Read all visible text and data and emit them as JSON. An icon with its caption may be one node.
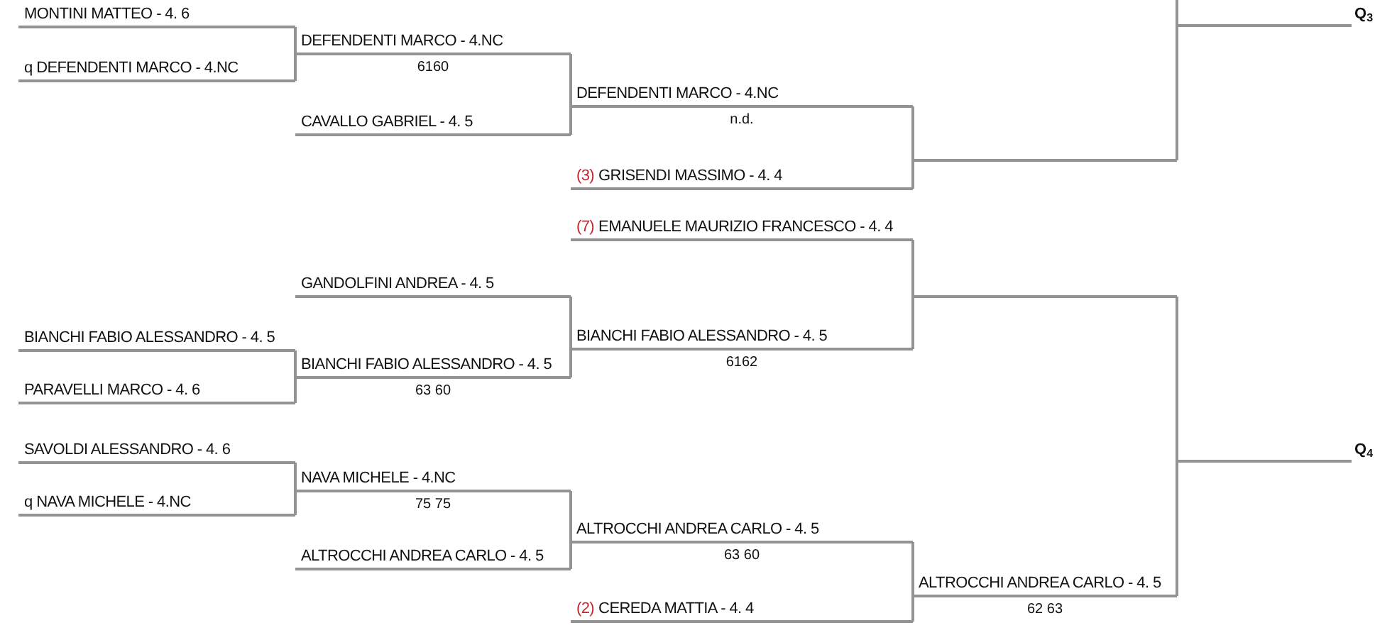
{
  "diagram": {
    "nodes": [
      {
        "text": [
          "MONTINI MATTEO - 4. 6"
        ]
      },
      {
        "text": [
          "Q$_{3}$"
        ]
      },
      {
        "text": [
          "DEFENDENTI MARCO - 4.NC"
        ],
        "beside": [
          "6160"
        ]
      },
      {
        "text": [
          "q DEFENDENTI MARCO - 4.NC"
        ]
      },
      {
        "text": [
          "DEFENDENTI MARCO - 4.NC"
        ],
        "beside": [
          "n.d."
        ]
      },
      {
        "text": [
          "CAVALLO GABRIEL - 4. 5"
        ]
      },
      {
        "text": [],
        "shape": "line"
      },
      {
        "text": [
          "(3)",
          "GRISENDI MASSIMO - 4. 4"
        ]
      },
      {
        "text": [
          "(7)",
          "EMANUELE MAURIZIO FRANCESCO - 4. 4"
        ]
      },
      {
        "text": [
          "GANDOLFINI ANDREA - 4. 5"
        ]
      },
      {
        "text": [],
        "shape": "line"
      },
      {
        "text": [
          "BIANCHI FABIO ALESSANDRO - 4. 5"
        ]
      },
      {
        "text": [
          "BIANCHI FABIO ALESSANDRO - 4. 5"
        ],
        "beside": [
          "6162"
        ]
      },
      {
        "text": [
          "BIANCHI FABIO ALESSANDRO - 4. 5"
        ],
        "beside": [
          "63 60"
        ]
      },
      {
        "text": [
          "PARAVELLI MARCO - 4. 6"
        ]
      },
      {
        "text": [
          "SAVOLDI ALESSANDRO - 4. 6"
        ]
      },
      {
        "text": [
          "Q$_{4}$"
        ]
      },
      {
        "text": [
          "NAVA MICHELE - 4.NC"
        ],
        "beside": [
          "75 75"
        ]
      },
      {
        "text": [
          "q NAVA MICHELE - 4.NC"
        ]
      },
      {
        "text": [
          "ALTROCCHI ANDREA CARLO - 4. 5"
        ],
        "beside": [
          "63 60"
        ]
      },
      {
        "text": [
          "ALTROCCHI ANDREA CARLO - 4. 5"
        ]
      },
      {
        "text": [
          "ALTROCCHI ANDREA CARLO - 4. 5"
        ],
        "beside": [
          "62 63"
        ]
      },
      {
        "text": [
          "(2)",
          "CEREDA MATTIA - 4. 4"
        ]
      }
    ],
    "edges": [
      {
        "from": 0,
        "to": 2,
        "arrow": "none"
      },
      {
        "from": 3,
        "to": 2,
        "arrow": "none"
      },
      {
        "from": 2,
        "to": 4,
        "arrow": "none"
      },
      {
        "from": 5,
        "to": 4,
        "arrow": "none"
      },
      {
        "from": 4,
        "to": 6,
        "arrow": "none"
      },
      {
        "from": 7,
        "to": 6,
        "arrow": "none"
      },
      {
        "from": 6,
        "to": 1,
        "arrow": "none"
      },
      {
        "from": null,
        "to": 1,
        "arrow": "none"
      },
      {
        "from": 8,
        "to": 10,
        "arrow": "none"
      },
      {
        "from": 12,
        "to": 10,
        "arrow": "none"
      },
      {
        "from": 9,
        "to": 12,
        "arrow": "none"
      },
      {
        "from": 13,
        "to": 12,
        "arrow": "none"
      },
      {
        "from": 11,
        "to": 13,
        "arrow": "none"
      },
      {
        "from": 14,
        "to": 13,
        "arrow": "none"
      },
      {
        "from": 10,
        "to": 16,
        "arrow": "none"
      },
      {
        "from": 21,
        "to": 16,
        "arrow": "none"
      },
      {
        "from": 15,
        "to": 17,
        "arrow": "none"
      },
      {
        "from": 18,
        "to": 17,
        "arrow": "none"
      },
      {
        "from": 17,
        "to": 19,
        "arrow": "none"
      },
      {
        "from": 20,
        "to": 19,
        "arrow": "none"
      },
      {
        "from": 19,
        "to": 21,
        "arrow": "none"
      },
      {
        "from": 22,
        "to": 21,
        "arrow": "none"
      }
    ]
  }
}
